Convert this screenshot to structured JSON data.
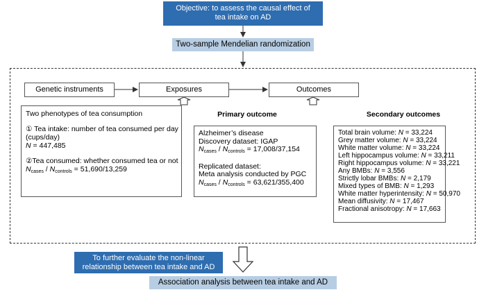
{
  "objective": {
    "line1": "Objective: to assess the causal effect of",
    "line2": "tea intake on AD"
  },
  "method": "Two-sample Mendelian randomization",
  "flow": {
    "genetic": "Genetic instruments",
    "exposures": "Exposures",
    "outcomes": "Outcomes"
  },
  "phenotypes": {
    "title": "Two phenotypes of tea consumption",
    "item1_line1": "① Tea intake: number of tea consumed per day",
    "item1_line2": "(cups/day)",
    "item1_n_label": "N",
    "item1_n_value": " = 447,485",
    "item2_line1": "②Tea consumed: whether consumed tea or not",
    "n_label": "N",
    "cases_sub": "cases",
    "controls_sub": "controls",
    "item2_value": " = 51,690/13,259"
  },
  "primary": {
    "heading": "Primary outcome",
    "disease": "Alzheimer’s disease",
    "discovery": "Discovery dataset: IGAP",
    "discovery_value": " = 17,008/37,154",
    "replicated": "Replicated dataset:",
    "meta": "Meta analysis conducted by PGC",
    "replicated_value": " = 63,621/355,400"
  },
  "secondary": {
    "heading": "Secondary outcomes",
    "items": [
      {
        "label": "Total brain volume: ",
        "value": " = 33,224"
      },
      {
        "label": "Grey matter volume: ",
        "value": " = 33,224"
      },
      {
        "label": "White matter volume: ",
        "value": " = 33,224"
      },
      {
        "label": "Left hippocampus volume: ",
        "value": " = 33,211"
      },
      {
        "label": "Right hippocampus volume: ",
        "value": " = 33,221"
      },
      {
        "label": "Any BMBs: ",
        "value": " = 3,556"
      },
      {
        "label": "Strictly lobar BMBs: ",
        "value": " = 2,179"
      },
      {
        "label": "Mixed types of BMB: ",
        "value": " = 1,293"
      },
      {
        "label": "White matter hyperintensity: ",
        "value": " = 50,970"
      },
      {
        "label": "Mean diffusivity: ",
        "value": " = 17,467"
      },
      {
        "label": "Fractional anisotropy: ",
        "value": " = 17,663"
      }
    ]
  },
  "further": {
    "line1": "To further evaluate the non-linear",
    "line2": "relationship between tea intake and AD"
  },
  "association": "Association analysis between tea intake and AD",
  "colors": {
    "dark_blue": "#2e6db0",
    "light_blue": "#b7cde3"
  }
}
